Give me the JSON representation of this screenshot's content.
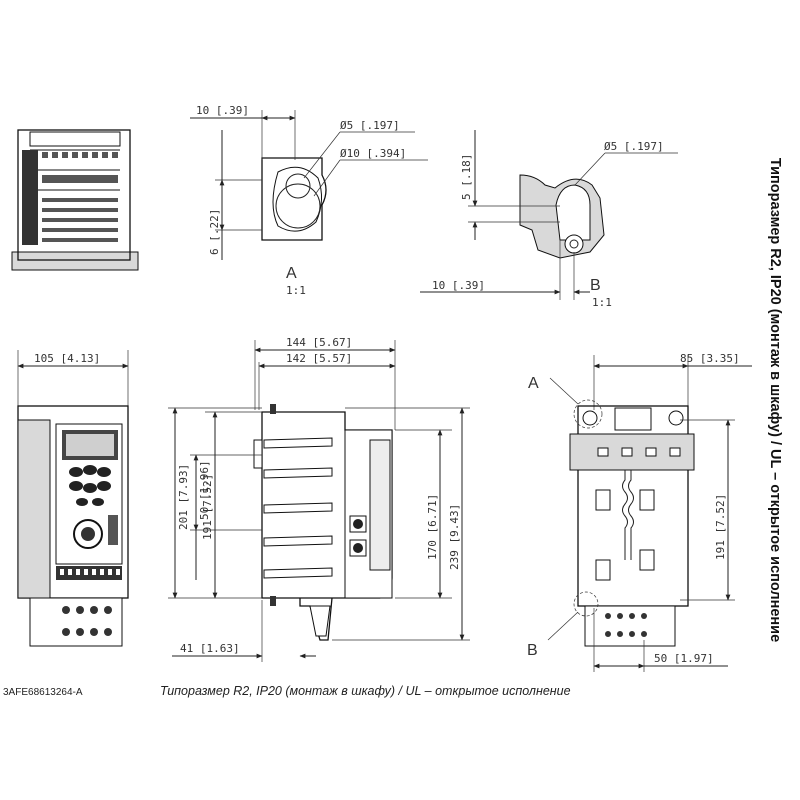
{
  "title": "Типоразмер R2, IP20 (монтаж в шкафу) / UL – открытое исполнение",
  "doc_id": "3AFE68613264-A",
  "details": {
    "A": {
      "letter": "A",
      "scale": "1:1",
      "dim_width": "10 [.39]",
      "dim_hole_small": "Ø5 [.197]",
      "dim_hole_large": "Ø10 [.394]",
      "dim_height": "6 [.22]"
    },
    "B": {
      "letter": "B",
      "scale": "1:1",
      "dim_hole": "Ø5 [.197]",
      "dim_height": "5 [.18]",
      "dim_width": "10 [.39]"
    }
  },
  "front_view": {
    "dim_width": "105 [4.13]"
  },
  "side_view": {
    "dim_depth_total": "144 [5.67]",
    "dim_depth": "142 [5.57]",
    "dim_height_total": "201 [7.93]",
    "dim_height_mid": "50 [1.96]",
    "dim_height_mount": "191 [7.52]",
    "dim_height_170": "170 [6.71]",
    "dim_height_239": "239 [9.43]",
    "dim_bottom_offset": "41 [1.63]"
  },
  "back_view": {
    "dim_width": "85 [3.35]",
    "dim_height": "191 [7.52]",
    "dim_bottom": "50 [1.97]",
    "label_A": "A",
    "label_B": "B"
  }
}
